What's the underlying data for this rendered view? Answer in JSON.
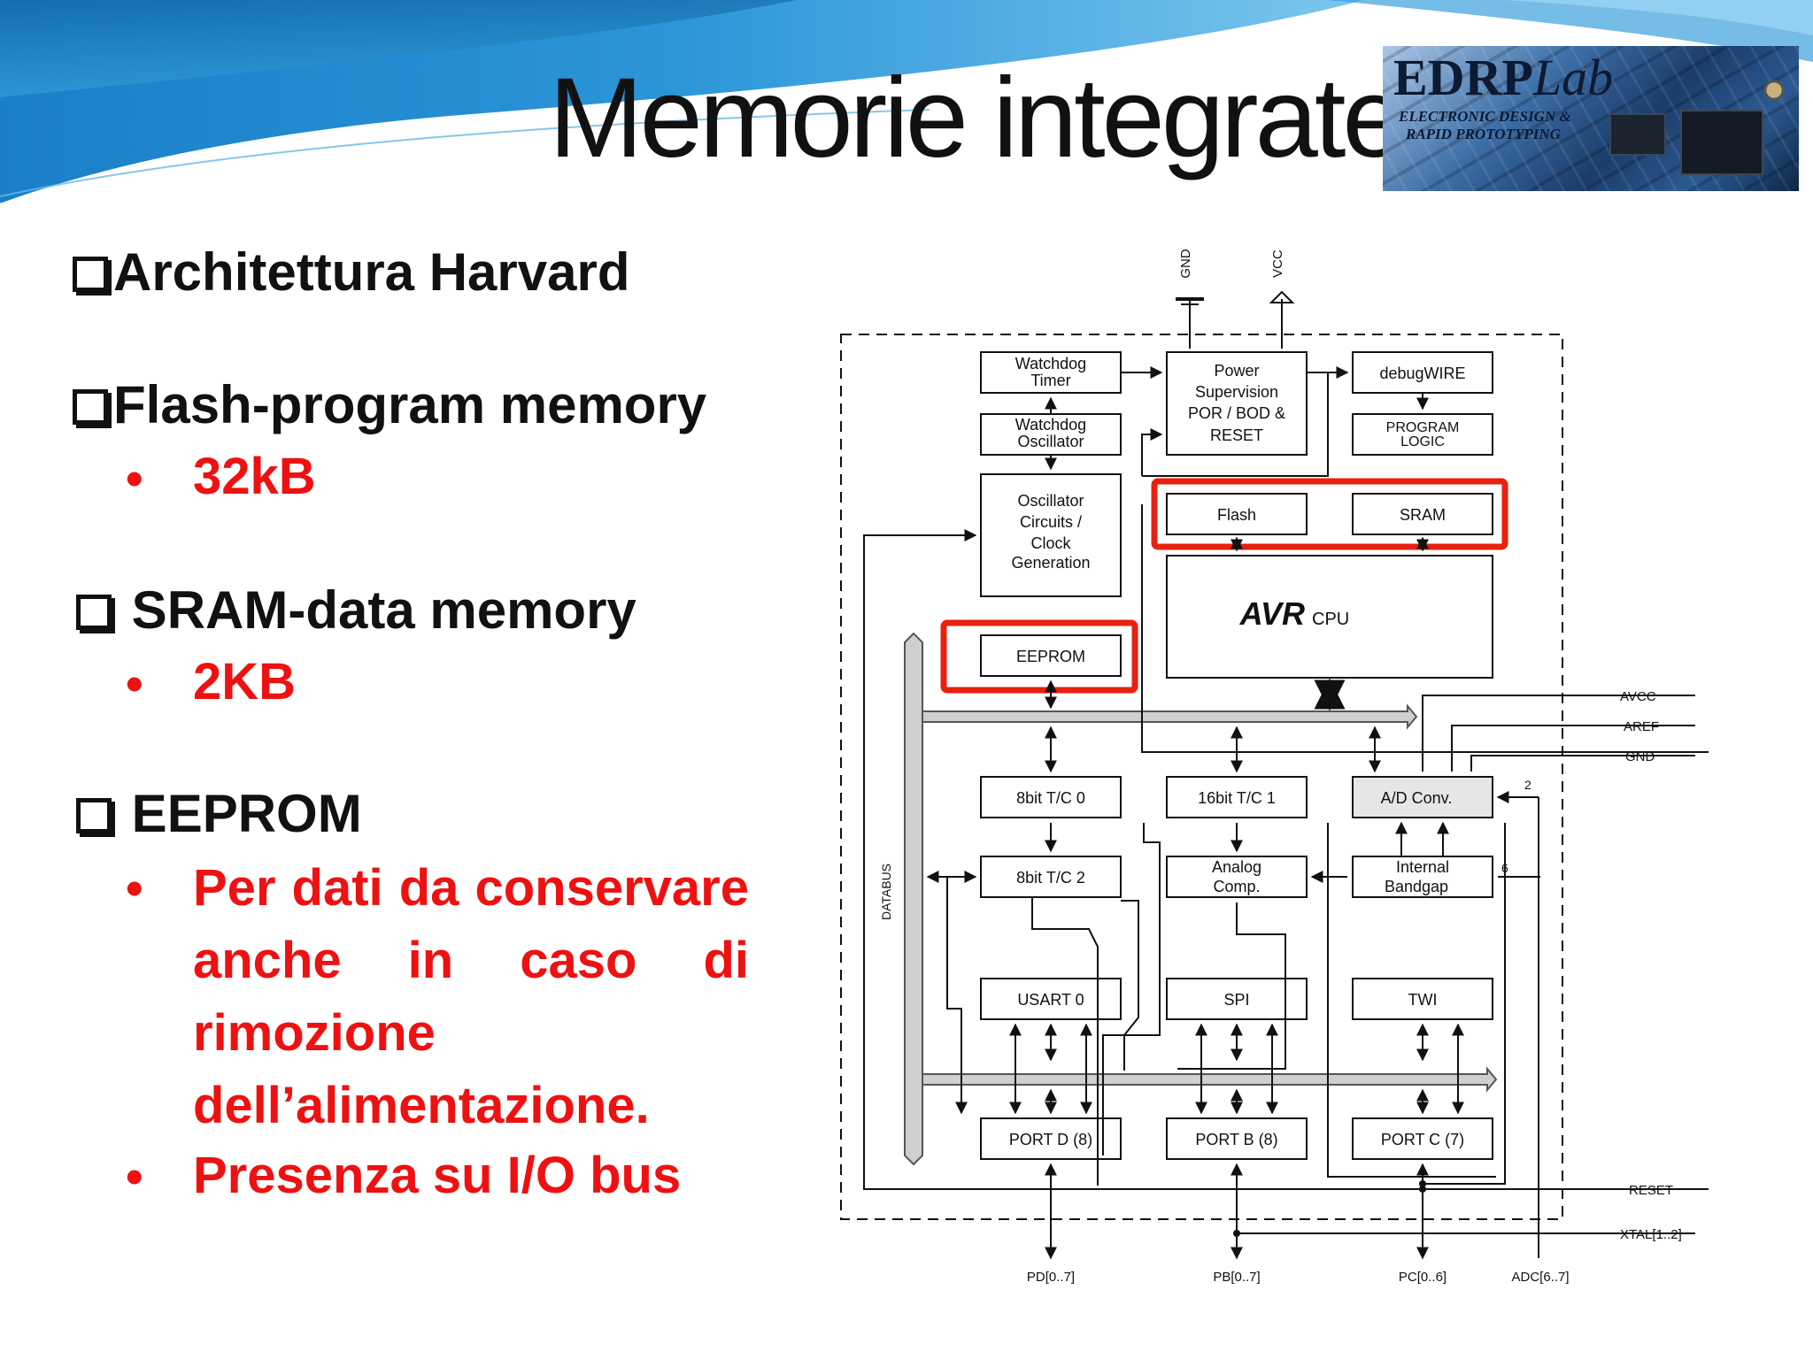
{
  "slide": {
    "title": "Memorie integrate",
    "logo": {
      "brand_main": "EDRP",
      "brand_lab": "Lab",
      "subtitle_line1": "ELECTRONIC DESIGN &",
      "subtitle_line2": "RAPID PROTOTYPING"
    },
    "bullets": [
      {
        "heading": "Architettura Harvard"
      },
      {
        "heading": "Flash-program memory",
        "items": [
          "32kB"
        ]
      },
      {
        "heading": "SRAM-data memory",
        "items": [
          "2KB"
        ]
      },
      {
        "heading": "EEPROM",
        "items": [
          "Per dati da conservare anche in caso di rimozione dell’alimentazione.",
          "Presenza su I/O bus"
        ]
      }
    ]
  },
  "diagram": {
    "power_pins": [
      "GND",
      "VCC"
    ],
    "blocks": {
      "watchdog_timer": [
        "Watchdog",
        "Timer"
      ],
      "watchdog_oscillator": [
        "Watchdog",
        "Oscillator"
      ],
      "oscillator_circuits": [
        "Oscillator",
        "Circuits /",
        "Clock",
        "Generation"
      ],
      "power_supervision": [
        "Power",
        "Supervision",
        "POR / BOD &",
        "RESET"
      ],
      "debugwire": "debugWIRE",
      "program_logic": [
        "PROGRAM",
        "LOGIC"
      ],
      "flash": "Flash",
      "sram": "SRAM",
      "cpu_brand": "AVR",
      "cpu_label": "CPU",
      "eeprom": "EEPROM",
      "tc0": "8bit T/C 0",
      "tc1": "16bit T/C 1",
      "adc": "A/D Conv.",
      "tc2": "8bit T/C 2",
      "analog_comp": [
        "Analog",
        "Comp."
      ],
      "bandgap": [
        "Internal",
        "Bandgap"
      ],
      "usart": "USART 0",
      "spi": "SPI",
      "twi": "TWI",
      "port_d": "PORT D (8)",
      "port_b": "PORT B (8)",
      "port_c": "PORT C (7)"
    },
    "databus_label": "DATABUS",
    "right_pins": [
      "AVCC",
      "AREF",
      "GND",
      "RESET",
      "XTAL[1..2]"
    ],
    "bottom_pins": [
      "PD[0..7]",
      "PB[0..7]",
      "PC[0..6]",
      "ADC[6..7]"
    ],
    "bus_widths": [
      "2",
      "6"
    ]
  }
}
